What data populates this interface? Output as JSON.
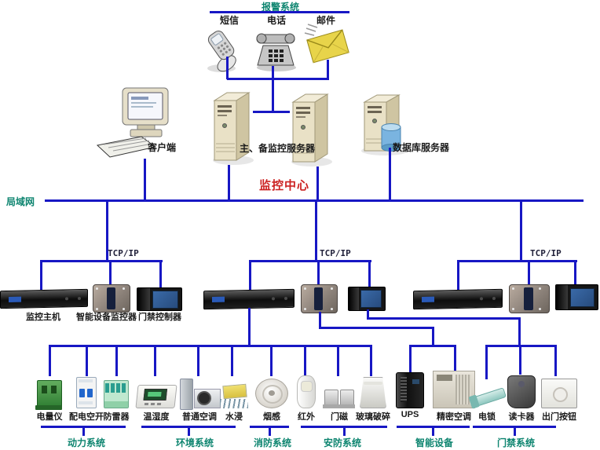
{
  "diagram": {
    "alarm": {
      "title": "报警系统",
      "items": [
        {
          "label": "短信",
          "icon": "cellphone-icon"
        },
        {
          "label": "电话",
          "icon": "telephone-icon"
        },
        {
          "label": "邮件",
          "icon": "mail-icon"
        }
      ]
    },
    "monitoring_center": {
      "label": "监控中心"
    },
    "lan": {
      "label": "局域网"
    },
    "nodes": {
      "client": "客户端",
      "main_backup_server": "主、备监控服务器",
      "database_server": "数据库服务器"
    },
    "protocol_label": "TCP/IP",
    "controllers": {
      "monitor_host": "监控主机",
      "smart_device_monitor": "智能设备监控器",
      "access_controller": "门禁控制器"
    },
    "sensors": [
      {
        "label": "电量仪",
        "type": "power-meter"
      },
      {
        "label": "配电空开",
        "type": "circuit-breaker"
      },
      {
        "label": "防雷器",
        "type": "surge-protector"
      },
      {
        "label": "温湿度",
        "type": "temp-humidity"
      },
      {
        "label": "普通空调",
        "type": "normal-ac"
      },
      {
        "label": "水浸",
        "type": "water-leak"
      },
      {
        "label": "烟感",
        "type": "smoke-detector"
      },
      {
        "label": "红外",
        "type": "infrared"
      },
      {
        "label": "门磁",
        "type": "door-magnet"
      },
      {
        "label": "玻璃破碎",
        "type": "glass-break"
      },
      {
        "label": "UPS",
        "type": "ups"
      },
      {
        "label": "精密空调",
        "type": "precision-ac"
      },
      {
        "label": "电锁",
        "type": "electric-lock"
      },
      {
        "label": "读卡器",
        "type": "card-reader"
      },
      {
        "label": "出门按钮",
        "type": "exit-button"
      }
    ],
    "groups": [
      {
        "label": "动力系统"
      },
      {
        "label": "环境系统"
      },
      {
        "label": "消防系统"
      },
      {
        "label": "安防系统"
      },
      {
        "label": "智能设备"
      },
      {
        "label": "门禁系统"
      }
    ],
    "colors": {
      "line": "#1717c4",
      "accent_teal": "#0e8570",
      "alert_red": "#cc2222"
    }
  }
}
